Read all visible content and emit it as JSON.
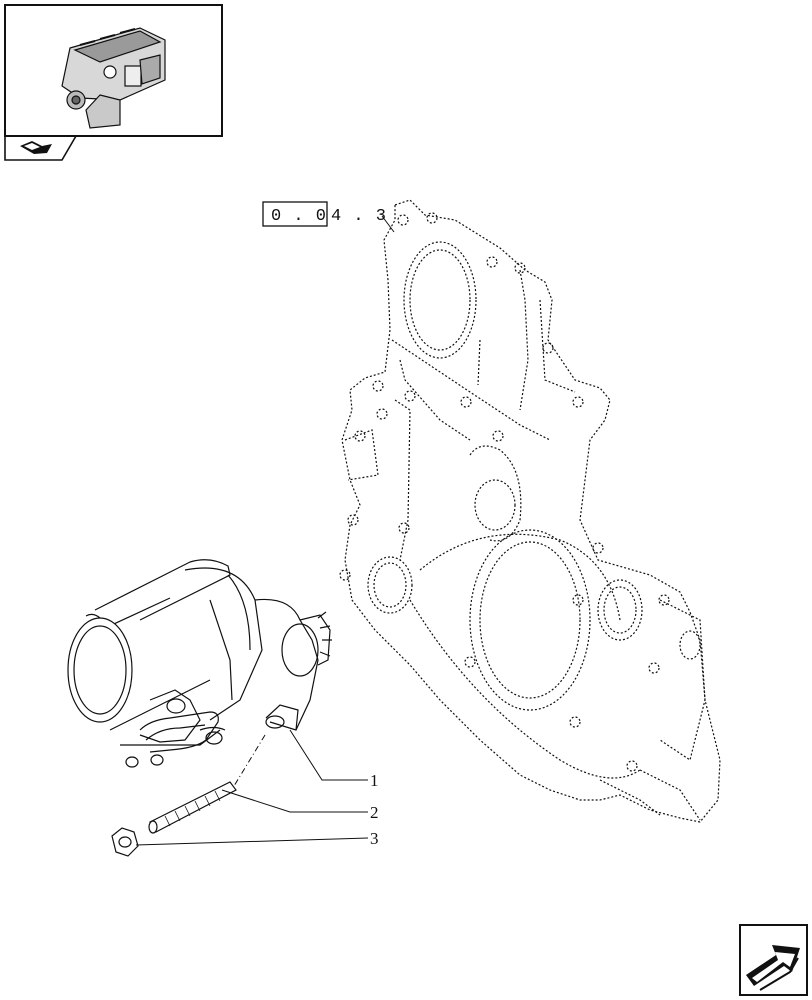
{
  "reference": {
    "boxed": "0 . 0",
    "suffix": "4 . 3"
  },
  "callouts": [
    {
      "id": "1",
      "label": "1"
    },
    {
      "id": "2",
      "label": "2"
    },
    {
      "id": "3",
      "label": "3"
    }
  ],
  "icons": {
    "thumbnail": "engine-thumbnail-icon",
    "tab": "book-icon",
    "nav": "next-page-arrow-icon"
  },
  "colors": {
    "ink": "#111111",
    "background": "#ffffff"
  }
}
